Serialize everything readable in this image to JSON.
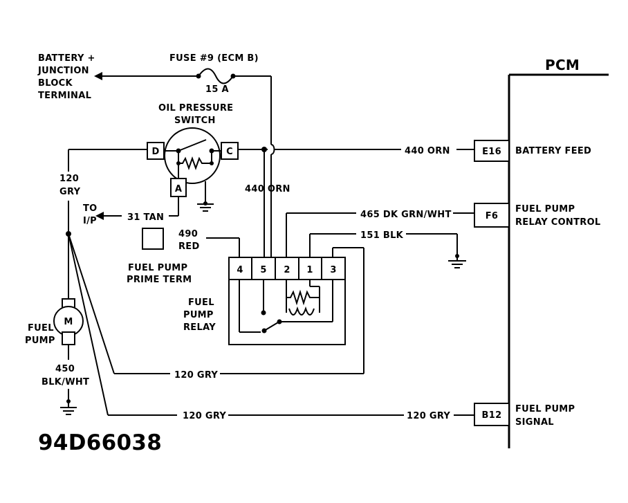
{
  "pcm": {
    "title": "PCM",
    "terminals": [
      {
        "id": "E16",
        "desc": [
          "BATTERY FEED"
        ]
      },
      {
        "id": "F6",
        "desc": [
          "FUEL PUMP",
          "RELAY CONTROL"
        ]
      },
      {
        "id": "B12",
        "desc": [
          "FUEL PUMP",
          "SIGNAL"
        ]
      }
    ]
  },
  "battery_junction": [
    "BATTERY +",
    "JUNCTION",
    "BLOCK",
    "TERMINAL"
  ],
  "fuse": {
    "name": "FUSE #9 (ECM B)",
    "rating": "15 A"
  },
  "oil_switch": {
    "title": [
      "OIL PRESSURE",
      "SWITCH"
    ],
    "pins": [
      "D",
      "C",
      "A"
    ]
  },
  "wires": {
    "orn_e16": "440 ORN",
    "orn_vertical": "440 ORN",
    "tan": "31 TAN",
    "to_ip": [
      "TO",
      "I/P"
    ],
    "gry_top": [
      "120",
      "GRY"
    ],
    "dk_grn": "465 DK GRN/WHT",
    "blk": "151 BLK",
    "red": [
      "490",
      "RED"
    ],
    "gry_relay": "120 GRY",
    "gry_b12_left": "120 GRY",
    "gry_b12_right": "120 GRY",
    "blk_wht": [
      "450",
      "BLK/WHT"
    ]
  },
  "prime_term": [
    "FUEL PUMP",
    "PRIME TERM"
  ],
  "relay": {
    "title": [
      "FUEL",
      "PUMP",
      "RELAY"
    ],
    "pins": [
      "4",
      "5",
      "2",
      "1",
      "3"
    ]
  },
  "pump": {
    "label": [
      "FUEL",
      "PUMP"
    ],
    "motor": "M"
  },
  "diagram_id": "94D66038"
}
